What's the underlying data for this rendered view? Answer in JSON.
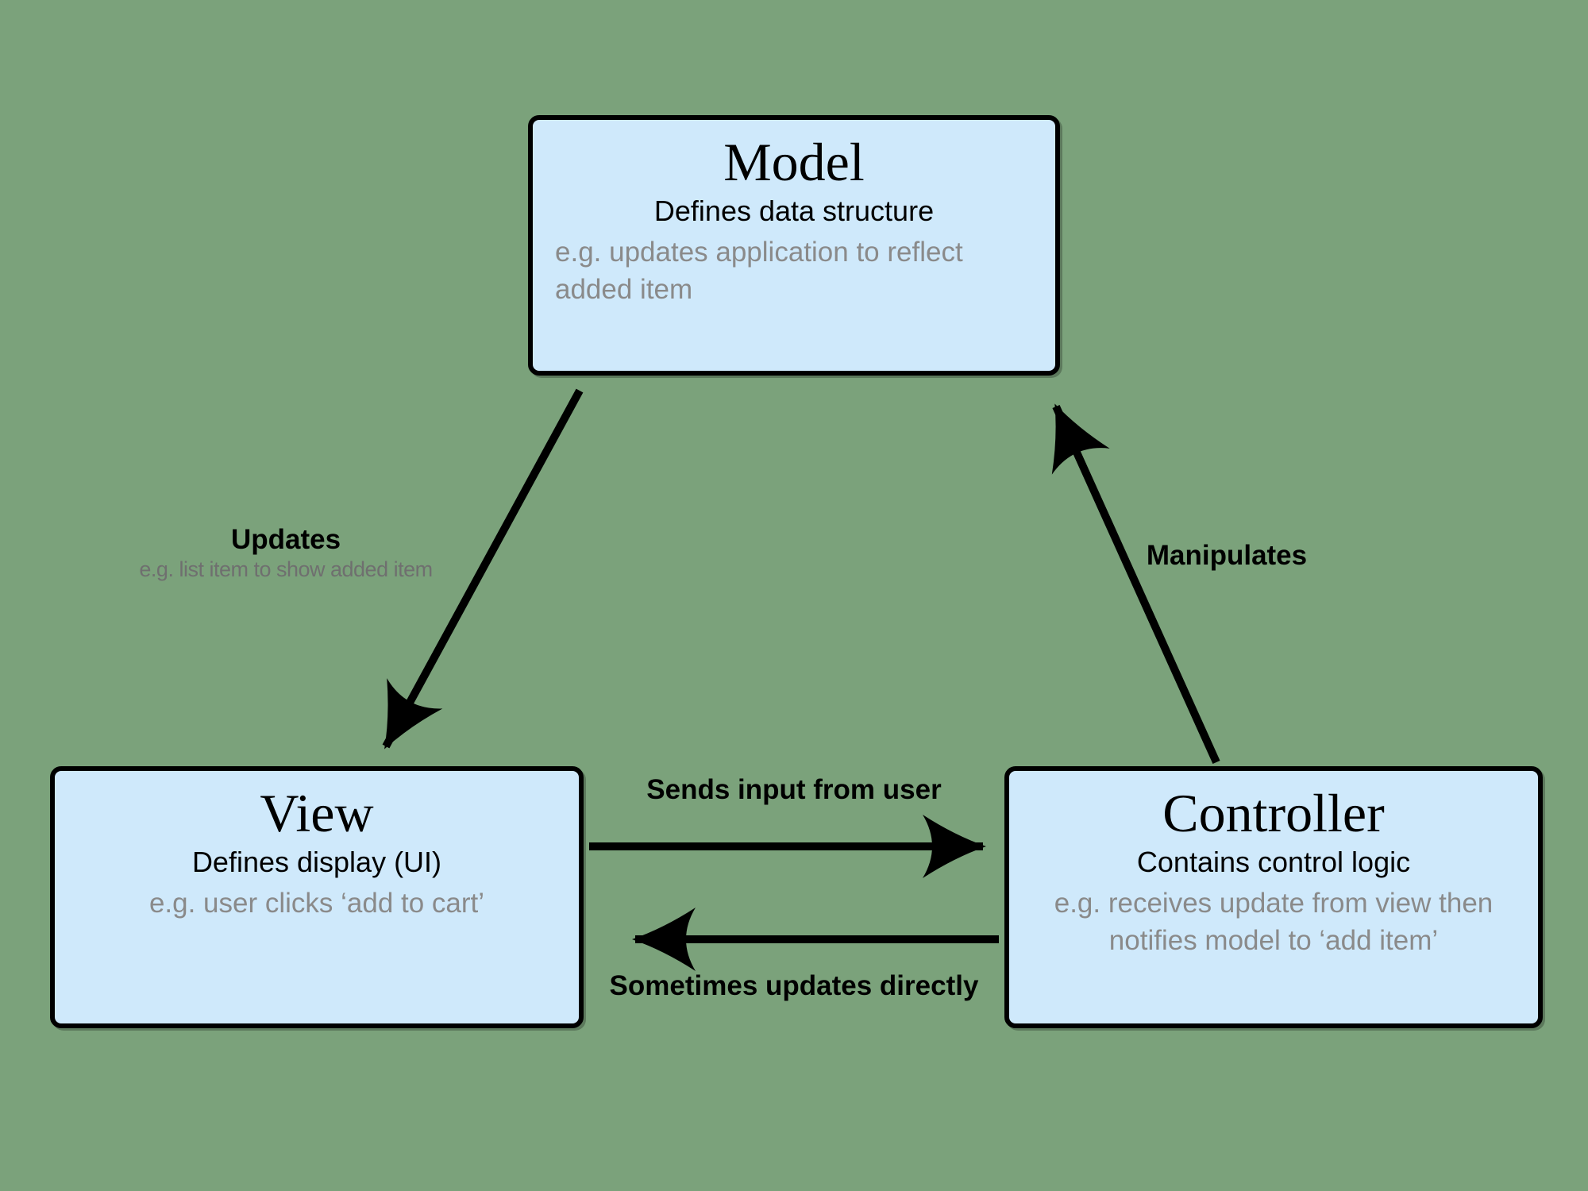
{
  "background_color": "#7BA27B",
  "box_fill_color": "#cfe9fb",
  "boxes": {
    "model": {
      "title": "Model",
      "subtitle": "Defines data structure",
      "example": "e.g. updates application to reflect added item"
    },
    "view": {
      "title": "View",
      "subtitle": "Defines display (UI)",
      "example": "e.g. user clicks ‘add to cart’"
    },
    "controller": {
      "title": "Controller",
      "subtitle": "Contains control logic",
      "example": "e.g. receives update from view then notifies model to ‘add item’"
    }
  },
  "arrows": {
    "updates": {
      "label": "Updates",
      "sublabel": "e.g. list item to show added item",
      "from": "Model",
      "to": "View"
    },
    "manipulates": {
      "label": "Manipulates",
      "from": "Controller",
      "to": "Model"
    },
    "sends_input": {
      "label": "Sends input from user",
      "from": "View",
      "to": "Controller"
    },
    "sometimes_updates": {
      "label": "Sometimes updates directly",
      "from": "Controller",
      "to": "View"
    }
  }
}
